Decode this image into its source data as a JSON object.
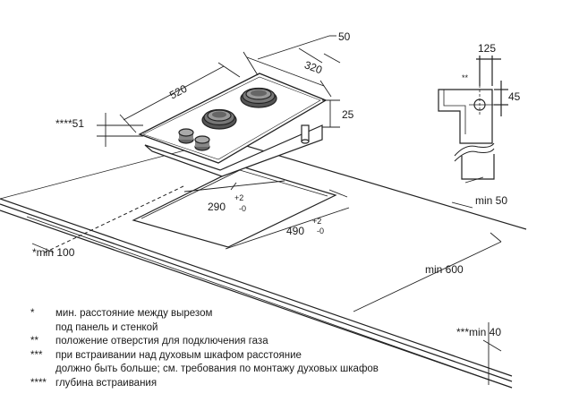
{
  "dimensions": {
    "d50_top": "50",
    "d520": "520",
    "d320": "320",
    "d25": "25",
    "d51": "****51",
    "d290": "290",
    "d290_tol_plus": "+2",
    "d290_tol_minus": "-0",
    "d490": "490",
    "d490_tol_plus": "+2",
    "d490_tol_minus": "-0",
    "min100": "*min 100",
    "min600": "min 600",
    "min50": "min 50",
    "min40": "***min 40",
    "d125": "125",
    "d45": "45",
    "gas_marker": "**"
  },
  "legend": [
    {
      "mark": "*",
      "lines": [
        "мин. расстояние между вырезом",
        "под панель и стенкой"
      ]
    },
    {
      "mark": "**",
      "lines": [
        "положение отверстия для подключения газа"
      ]
    },
    {
      "mark": "***",
      "lines": [
        "при встраивании над духовым шкафом расстояние",
        "должно быть больше; см. требования по монтажу духовых шкафов"
      ]
    },
    {
      "mark": "****",
      "lines": [
        "глубина встраивания"
      ]
    }
  ]
}
